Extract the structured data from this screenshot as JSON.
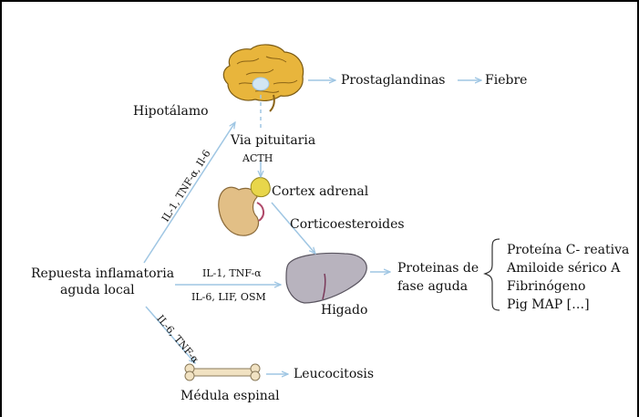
{
  "labels": {
    "hipotalamo": "Hipotálamo",
    "prostaglandinas": "Prostaglandinas",
    "fiebre": "Fiebre",
    "via_pituitaria": "Via pituitaria",
    "acth": "ACTH",
    "cortex_adrenal": "Cortex adrenal",
    "corticoesteroides": "Corticoesteroides",
    "respuesta_line1": "Repuesta inflamatoria",
    "respuesta_line2": "aguda local",
    "il1_tnf_mid": "IL-1, TNF-α",
    "il6_lif_osm": "IL-6, LIF, OSM",
    "higado": "Higado",
    "proteinas_line1": "Proteinas de",
    "proteinas_line2": "fase aguda",
    "protein_list": [
      "Proteína C- reativa",
      "Amiloide sérico A",
      "Fibrinógeno",
      "Pig MAP […]"
    ],
    "il_diag_up": "IL-1, TNF-α, Il-6",
    "il_diag_down": "IL-6, TNF-α",
    "leucocitosis": "Leucocitosis",
    "medula": "Médula espinal"
  },
  "colors": {
    "arrow": "#9fc6e3",
    "frame": "#000000"
  },
  "icons": [
    "brain-icon",
    "adrenal-gland-icon",
    "liver-icon",
    "bone-icon"
  ]
}
